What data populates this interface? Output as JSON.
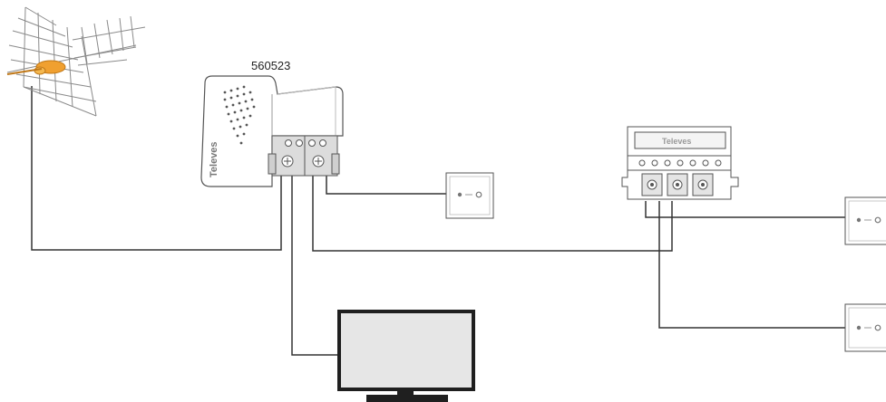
{
  "amplifier": {
    "model_number": "560523",
    "brand_text": "Televes"
  },
  "splitter": {
    "brand_text": "Televes"
  },
  "colors": {
    "cable": "#333333",
    "device_outline": "#555555",
    "device_fill": "#ffffff",
    "connector_fill": "#dcdcdc",
    "antenna_accent": "#f0a030",
    "tv_screen": "#e6e6e6"
  },
  "icons": {
    "antenna": "uhf-antenna-icon",
    "amplifier": "amplifier-icon",
    "splitter": "splitter-icon",
    "wall_outlet": "tv-socket-icon",
    "tv": "television-icon"
  }
}
